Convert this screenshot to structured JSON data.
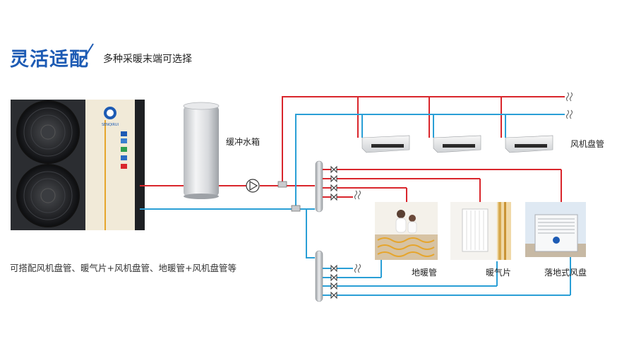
{
  "header": {
    "title": "灵活适配",
    "subtitle": "多种采暖末端可选择"
  },
  "caption": "可搭配风机盘管、暖气片+风机盘管、地暖管+风机盘管等",
  "labels": {
    "buffer_tank": "缓冲水箱",
    "fan_coil": "风机盘管",
    "floor_heating": "地暖管",
    "radiator": "暖气片",
    "floor_fan_coil": "落地式风盘"
  },
  "unit": {
    "brand": "SENQIRUI"
  },
  "colors": {
    "title_blue": "#1d5bb4",
    "supply_red": "#d9262c",
    "return_blue": "#2a9fd6",
    "trim_gold": "#e6a52c",
    "unit_body": "#2b2d31",
    "panel_cream": "#f1ead8"
  }
}
